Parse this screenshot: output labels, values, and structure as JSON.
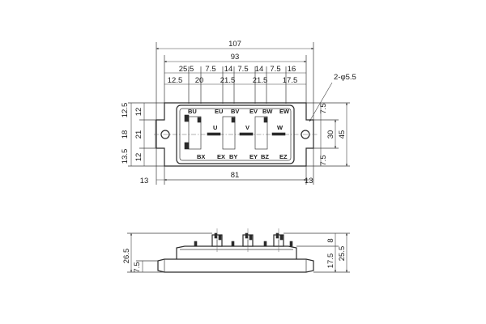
{
  "top_view": {
    "overall_width_labels": [
      "107",
      "93"
    ],
    "top_dimension_rows": [
      [
        "25.5",
        "7.5",
        "14",
        "7.5",
        "14",
        "7.5",
        "16"
      ],
      [
        "12.5",
        "20",
        "21.5",
        "21.5",
        "17.5"
      ]
    ],
    "hole_callout": "2-φ5.5",
    "left_dimensions": [
      "12.5",
      "12",
      "18",
      "21",
      "13.5",
      "12"
    ],
    "right_dimensions": [
      "7.5",
      "30",
      "45",
      "7.5"
    ],
    "bottom_dimensions": [
      "13",
      "81",
      "13"
    ],
    "terminal_labels_top": [
      "BU",
      "EU",
      "BV",
      "EV",
      "BW",
      "EW"
    ],
    "phase_labels": [
      "U",
      "V",
      "W"
    ],
    "terminal_labels_bottom": [
      "BX",
      "EX",
      "BY",
      "EY",
      "BZ",
      "EZ"
    ]
  },
  "side_view": {
    "left_dimensions": [
      "26.5",
      "7.5"
    ],
    "right_dimensions": [
      "8",
      "17.5",
      "25.5"
    ]
  }
}
